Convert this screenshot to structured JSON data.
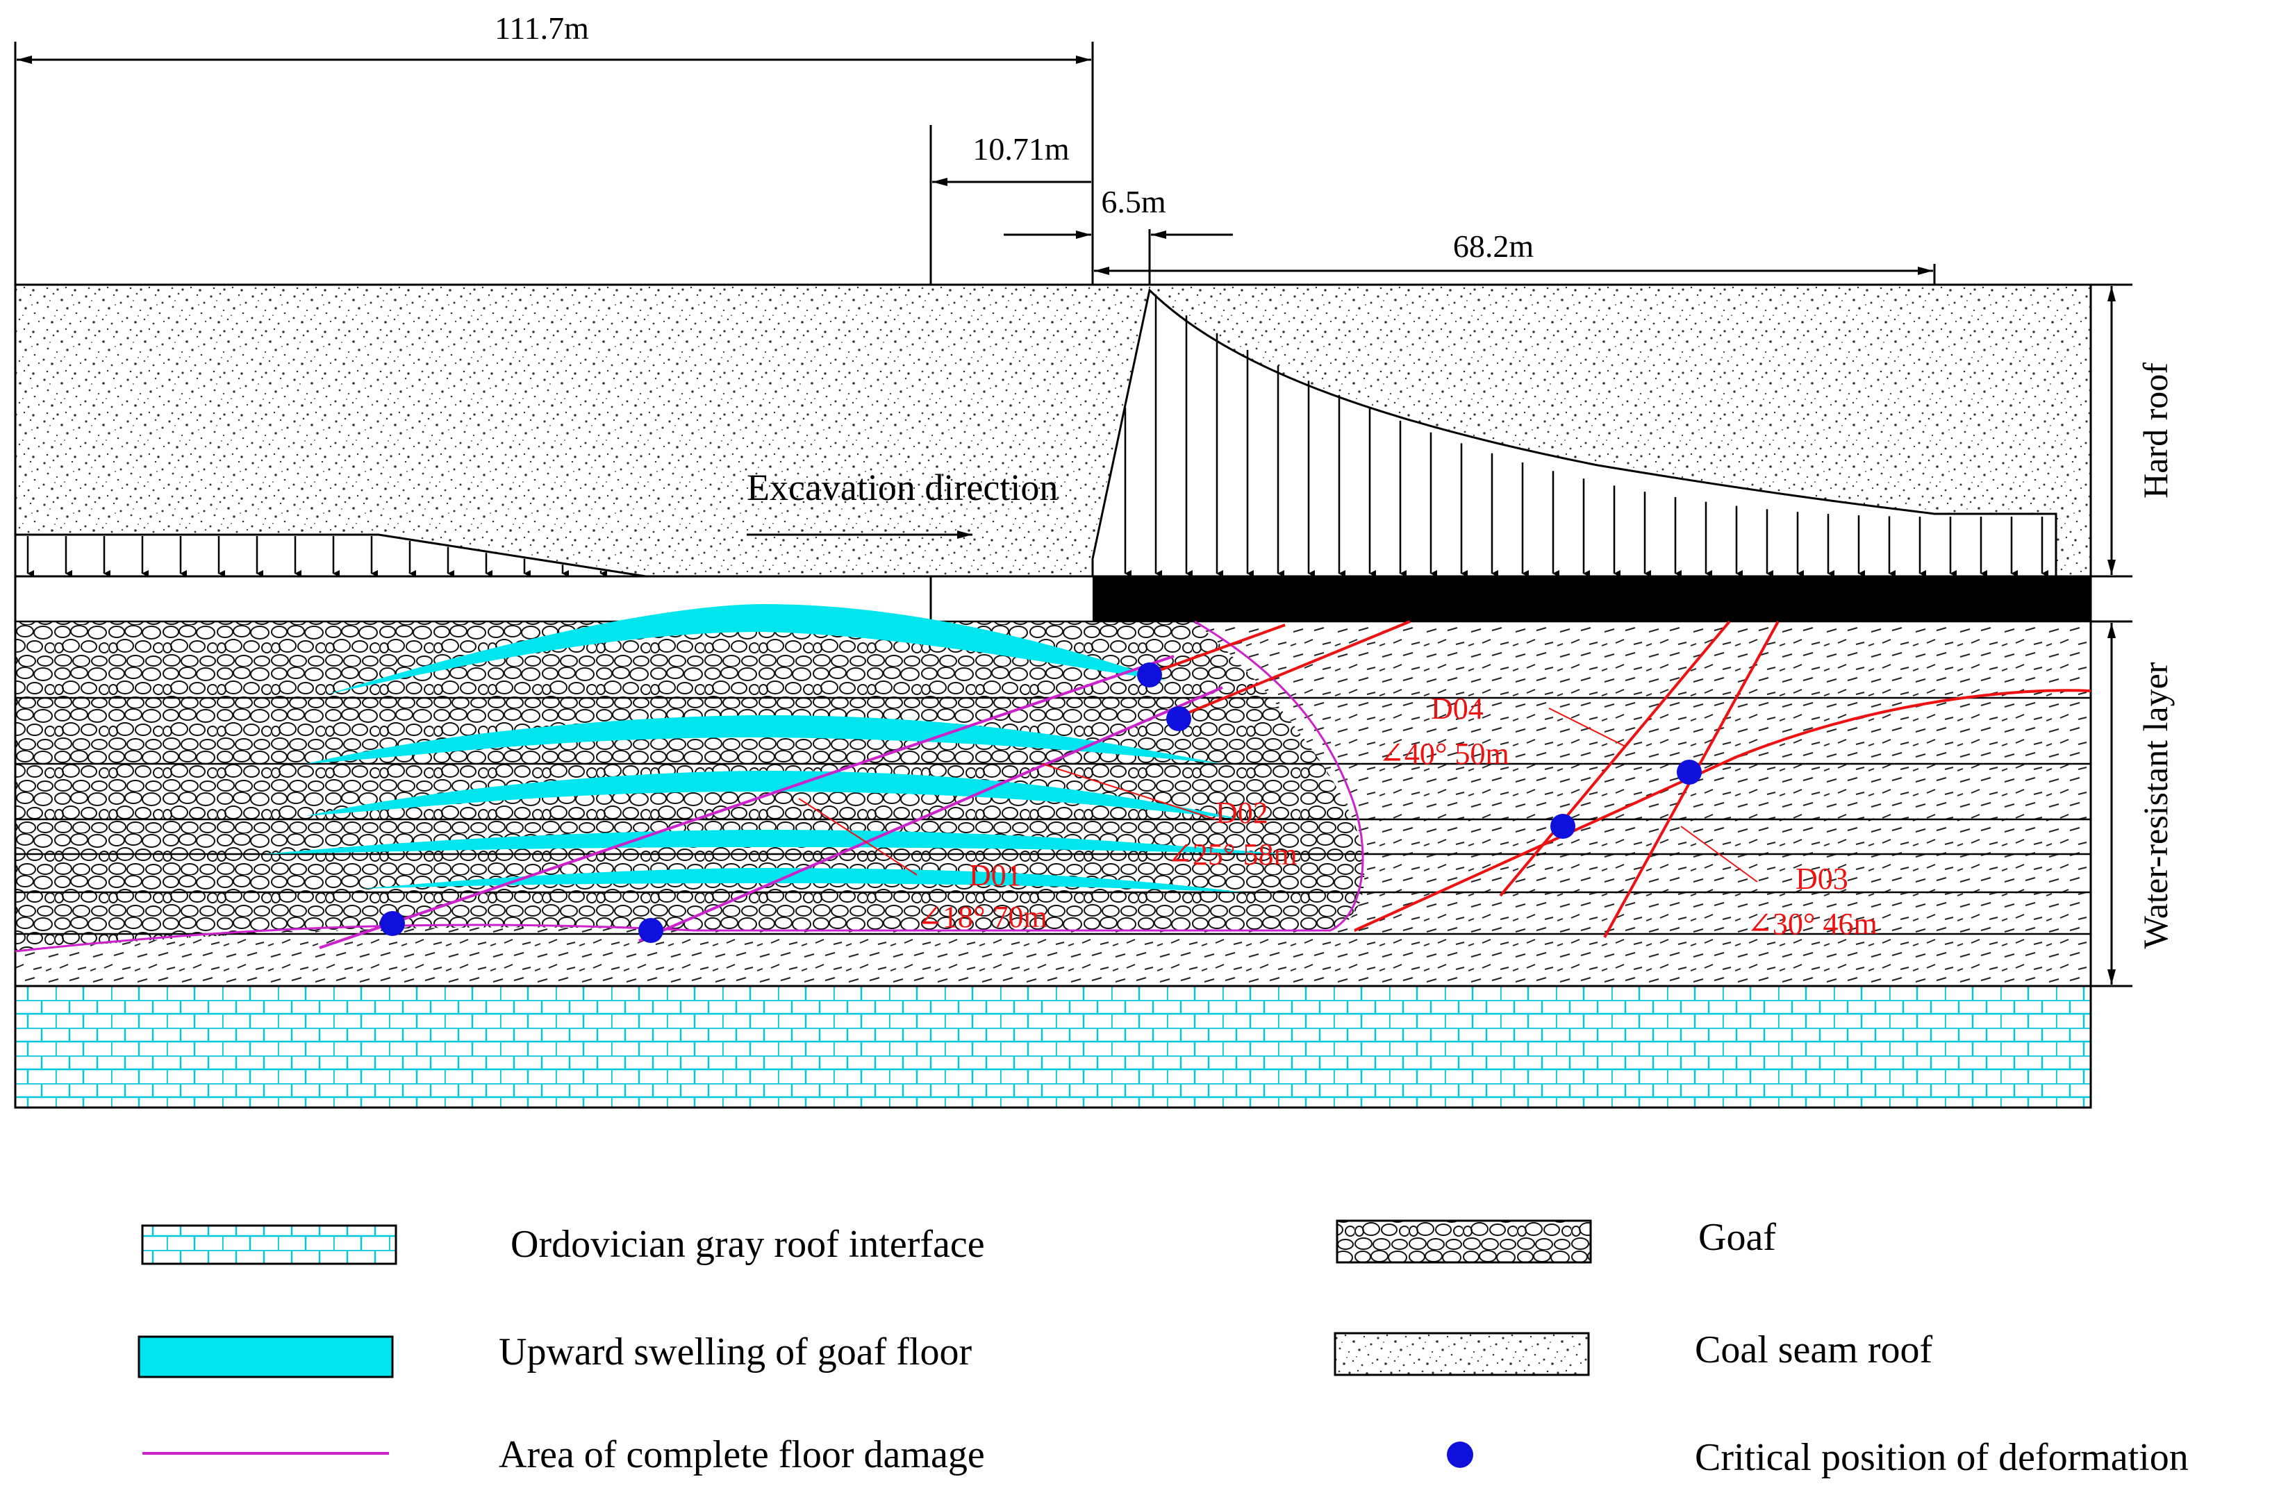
{
  "dimensions": {
    "total_width": "111.7m",
    "offset_a": "10.71m",
    "offset_b": "6.5m",
    "stress_zone": "68.2m"
  },
  "labels": {
    "excavation": "Excavation direction",
    "hard_roof": "Hard roof",
    "water_resistant": "Water-resistant layer"
  },
  "faults": [
    {
      "id": "D01",
      "angle": "∠18° 70m"
    },
    {
      "id": "D02",
      "angle": "∠25° 58m"
    },
    {
      "id": "D03",
      "angle": "∠30° 46m"
    },
    {
      "id": "D04",
      "angle": "∠40° 50m"
    }
  ],
  "legend": {
    "ordovician": "Ordovician gray roof interface",
    "goaf": "Goaf",
    "swelling": "Upward swelling of goaf floor",
    "coal_roof": "Coal seam roof",
    "damage": "Area of complete floor damage",
    "critical": "Critical position of deformation"
  },
  "colors": {
    "swelling": "#00e5ee",
    "fault": "#ee1111",
    "damage": "#cc22cc",
    "critical": "#1010dd",
    "limestone": "#00c8d8"
  }
}
